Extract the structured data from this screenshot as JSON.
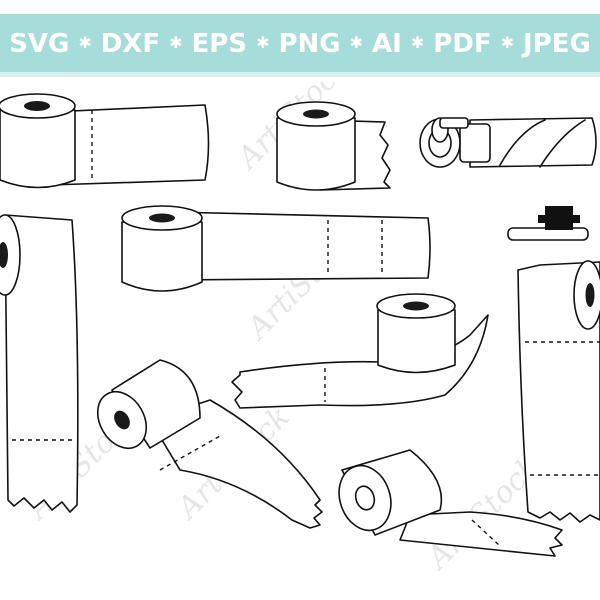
{
  "banner": {
    "formats": [
      "SVG",
      "DXF",
      "EPS",
      "PNG",
      "AI",
      "PDF",
      "JPEG"
    ],
    "separator": "✱",
    "background_color": "#a6dcd9",
    "text_color": "#ffffff"
  },
  "watermark": {
    "text": "ArtiStock"
  },
  "artwork": {
    "subject": "toilet-paper-roll-icons",
    "line_color": "#111111"
  }
}
